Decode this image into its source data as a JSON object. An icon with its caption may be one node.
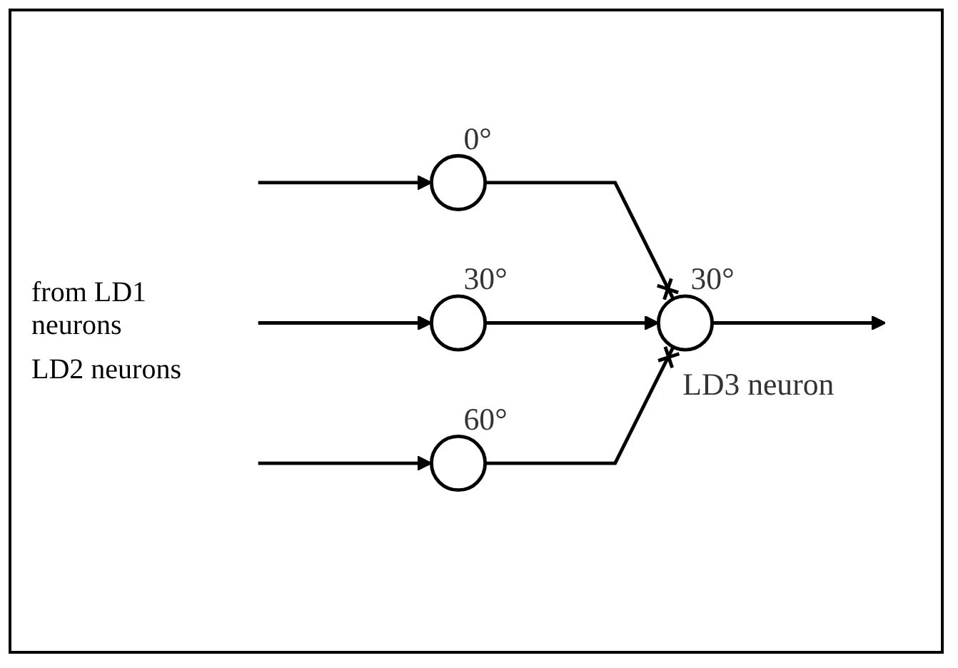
{
  "diagram": {
    "nodes": [
      {
        "text": [],
        "shape": "circle",
        "beside": [
          "0°"
        ]
      },
      {
        "text": [],
        "shape": "circle",
        "beside": [
          "30°"
        ]
      },
      {
        "text": [],
        "shape": "circle",
        "beside": [
          "60°"
        ]
      },
      {
        "text": [],
        "shape": "circle",
        "beside": [
          "30°",
          "LD3 neuron"
        ]
      }
    ],
    "edges": [
      {
        "from": null,
        "to": 0,
        "arrow": "to"
      },
      {
        "from": null,
        "to": 1,
        "arrow": "to"
      },
      {
        "from": null,
        "to": 2,
        "arrow": "to"
      },
      {
        "from": 0,
        "to": 3,
        "arrow": "other"
      },
      {
        "from": 1,
        "to": 3,
        "arrow": "to"
      },
      {
        "from": 2,
        "to": 3,
        "arrow": "other"
      },
      {
        "from": 3,
        "to": null,
        "arrow": "to"
      }
    ],
    "labels": [
      "from LD1 neurons",
      "LD2 neurons"
    ]
  }
}
